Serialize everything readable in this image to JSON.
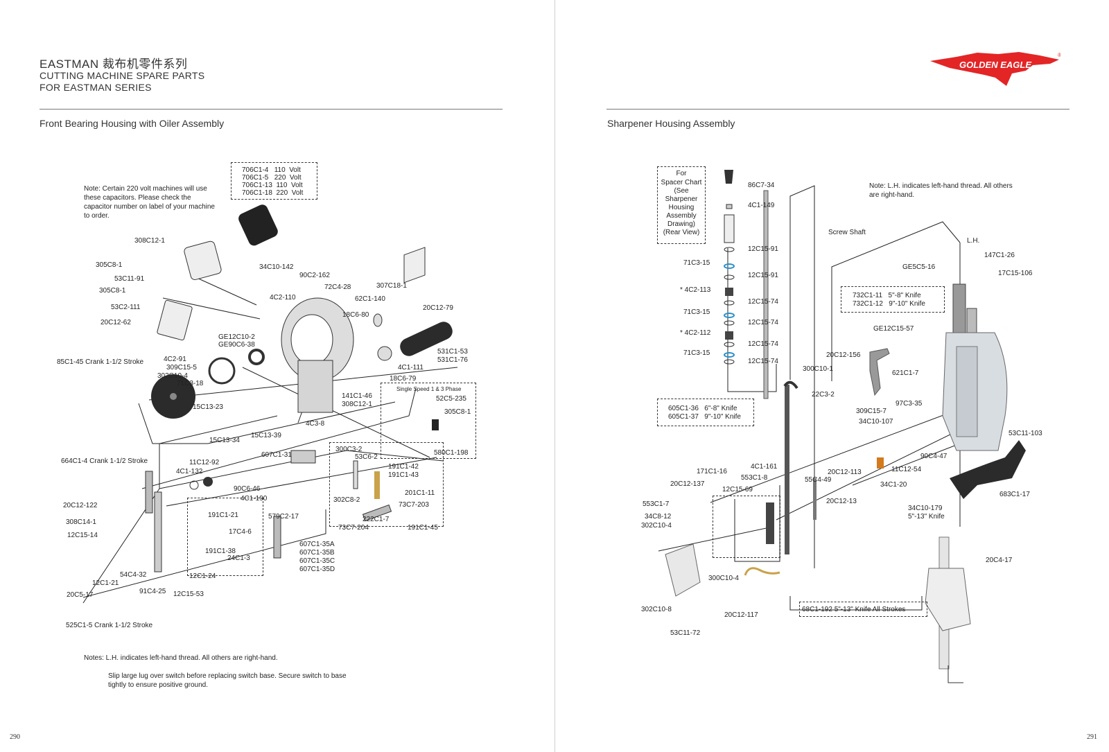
{
  "header": {
    "title": "EASTMAN 裁布机零件系列",
    "line2": "CUTTING MACHINE SPARE PARTS",
    "line3": "FOR EASTMAN SERIES"
  },
  "logo": {
    "text": "GOLDEN EAGLE",
    "registered": "®",
    "color": "#e32526"
  },
  "left": {
    "section_title": "Front Bearing Housing with Oiler Assembly",
    "page_number": "290",
    "capacitor_note": "Note: Certain 220 volt machines will use these capacitors. Please check the capacitor number on label of your machine to order.",
    "capacitor_box": [
      "706C1-4   110  Volt",
      "706C1-5   220  Volt",
      "706C1-13  110  Volt",
      "706C1-18  220  Volt"
    ],
    "switch_box_title": "Single Speed 1 & 3 Phase",
    "notes_1": "Notes: L.H. indicates left-hand thread. All others are right-hand.",
    "notes_2": "Slip large lug over switch before replacing switch base. Secure switch to base tightly to ensure positive ground.",
    "parts": [
      "308C12-1",
      "305C8-1",
      "53C11-91",
      "305C8-1",
      "53C2-111",
      "20C12-62",
      "34C10-142",
      "90C2-162",
      "4C2-110",
      "72C4-28",
      "307C18-1",
      "62C1-140",
      "20C12-79",
      "18C6-80",
      "GE12C10-2",
      "GE90C6-38",
      "4C2-91",
      "309C15-5",
      "302C10-4",
      "71C3-18",
      "85C1-45 Crank 1-1/2 Stroke",
      "15C13-23",
      "531C1-53",
      "531C1-76",
      "4C1-111",
      "18C6-79",
      "141C1-46",
      "308C12-1",
      "52C5-235",
      "305C8-1",
      "4C3-8",
      "15C13-39",
      "15C13-34",
      "580C1-198",
      "664C1-4 Crank 1-1/2 Stroke",
      "11C12-92",
      "4C1-132",
      "607C1-31",
      "300C3-2",
      "53C6-2",
      "191C1-42",
      "191C1-43",
      "90C6-46",
      "4C1-190",
      "20C12-122",
      "191C1-21",
      "579C2-17",
      "302C8-2",
      "201C1-11",
      "73C7-203",
      "308C14-1",
      "17C4-6",
      "222C1-7",
      "12C15-14",
      "73C7-204",
      "191C1-45",
      "191C1-38",
      "24C1-3",
      "607C1-35A",
      "607C1-35B",
      "607C1-35C",
      "607C1-35D",
      "54C4-32",
      "12C1-21",
      "12C1-24",
      "91C4-25",
      "12C15-53",
      "20C5-17",
      "525C1-5 Crank 1-1/2 Stroke"
    ]
  },
  "right": {
    "section_title": "Sharpener Housing Assembly",
    "page_number": "291",
    "spacer_box": [
      "For",
      "Spacer Chart",
      "(See",
      "Sharpener",
      "Housing",
      "Assembly",
      "Drawing)",
      "(Rear View)"
    ],
    "note": "Note: L.H. indicates left-hand thread. All others are right-hand.",
    "knife_box_1": [
      "732C1-11   5\"-8\" Knife",
      "732C1-12   9\"-10\" Knife"
    ],
    "knife_box_2": [
      "605C1-36   6\"-8\" Knife",
      "605C1-37   9\"-10\" Knife"
    ],
    "knife_box_3": "68C1-192 5\"-13\" Knife All Strokes",
    "parts": [
      "86C7-34",
      "4C1-149",
      "12C15-91",
      "71C3-15",
      "12C15-91",
      "* 4C2-113",
      "12C15-74",
      "71C3-15",
      "12C15-74",
      "* 4C2-112",
      "12C15-74",
      "71C3-15",
      "12C15-74",
      "Screw Shaft",
      "L.H.",
      "147C1-26",
      "GE5C5-16",
      "17C15-106",
      "GE12C15-57",
      "20C12-156",
      "300C10-1",
      "621C1-7",
      "22C3-2",
      "309C15-7",
      "97C3-35",
      "34C10-107",
      "53C11-103",
      "90C4-47",
      "171C1-16",
      "4C1-161",
      "553C1-8",
      "20C12-113",
      "11C12-54",
      "20C12-137",
      "12C15-69",
      "55C4-49",
      "34C1-20",
      "683C1-17",
      "553C1-7",
      "20C12-13",
      "34C8-12",
      "302C10-4",
      "34C10-179",
      "5\"-13\" Knife",
      "20C4-17",
      "300C10-4",
      "302C10-8",
      "20C12-117",
      "53C11-72"
    ]
  }
}
